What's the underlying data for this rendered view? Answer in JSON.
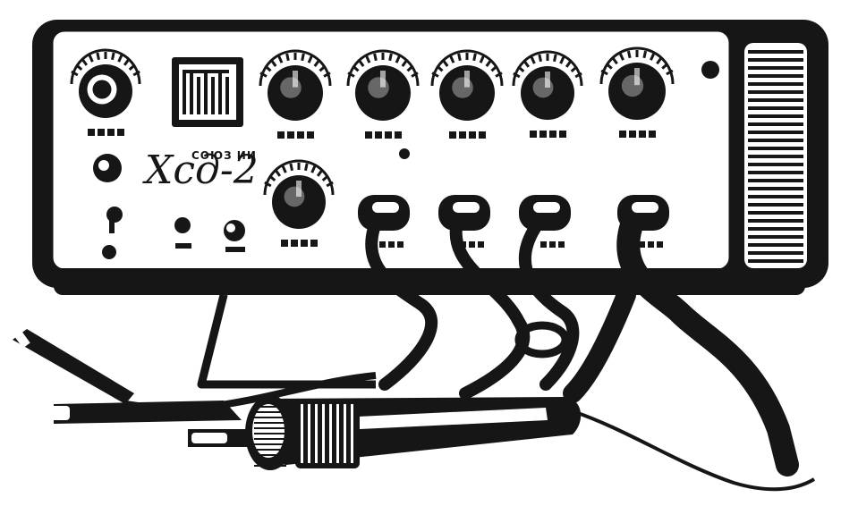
{
  "device": {
    "model_mark": "Хсд-2",
    "model_sub": "СОЮЗ ИИ"
  },
  "colors": {
    "ink": "#161616",
    "paper": "#ffffff"
  },
  "icons": {
    "knob": "round-knob-with-scale",
    "meter": "panel-meter-window",
    "jack": "output-jack",
    "switch": "toggle-switch",
    "lamp": "indicator-lamp",
    "probe": "test-probe",
    "grill": "ventilation-grill"
  }
}
